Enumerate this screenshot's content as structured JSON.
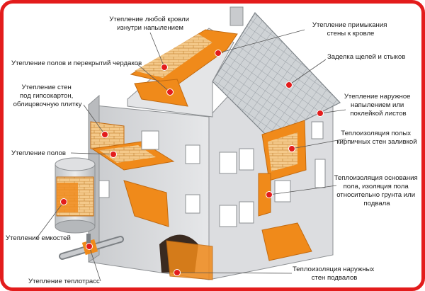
{
  "colors": {
    "frame": "#e31c1c",
    "marker": "#e31c1c",
    "insulation": "#f08a1a",
    "brick": "#f4c98a",
    "wall": "#d9dadc",
    "roof": "#cfd3d6",
    "dark_soil": "#3a2a20"
  },
  "labels": {
    "roof_inside": [
      "Утепление любой кровли",
      "изнутри напылением"
    ],
    "roof_junction": [
      "Утепление примыкания",
      "стены к кровле"
    ],
    "attic_floors": [
      "Утепление полов и перекрытий чердаков"
    ],
    "gaps_joints": [
      "Заделка щелей и стыков"
    ],
    "walls_gypsum": [
      "Утепление стен",
      "под гипсокартон,",
      "облицовочную плитку"
    ],
    "outer_spray": [
      "Утепление наружное",
      "напылением или",
      "поклейкой листов"
    ],
    "hollow_brick": [
      "Теплоизоляция полых",
      "кирпичных стен заливкой"
    ],
    "floors": [
      "Утепление полов"
    ],
    "foundation": [
      "Теплоизоляция основания",
      "пола, изоляция пола",
      "относительно грунта или",
      "подвала"
    ],
    "tanks": [
      "Утепление емкостей"
    ],
    "pipelines": [
      "Утепление теплотрасс"
    ],
    "basement_walls": [
      "Теплоизоляция наружных",
      "стен подвалов"
    ]
  }
}
